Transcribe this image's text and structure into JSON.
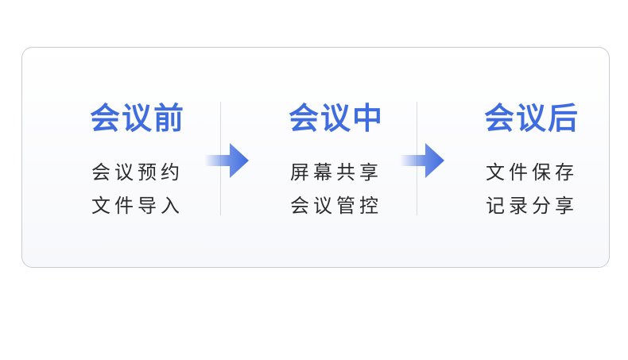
{
  "stages": [
    {
      "title": "会议前",
      "items": [
        "会议预约",
        "文件导入"
      ]
    },
    {
      "title": "会议中",
      "items": [
        "屏幕共享",
        "会议管控"
      ]
    },
    {
      "title": "会议后",
      "items": [
        "文件保存",
        "记录分享"
      ]
    }
  ],
  "colors": {
    "accent": "#3f6cdf",
    "text": "#2b2b2b",
    "border": "#c9ccd3",
    "divider": "#d8dbe1"
  },
  "icons": [
    "arrow-right-icon",
    "arrow-right-icon"
  ]
}
